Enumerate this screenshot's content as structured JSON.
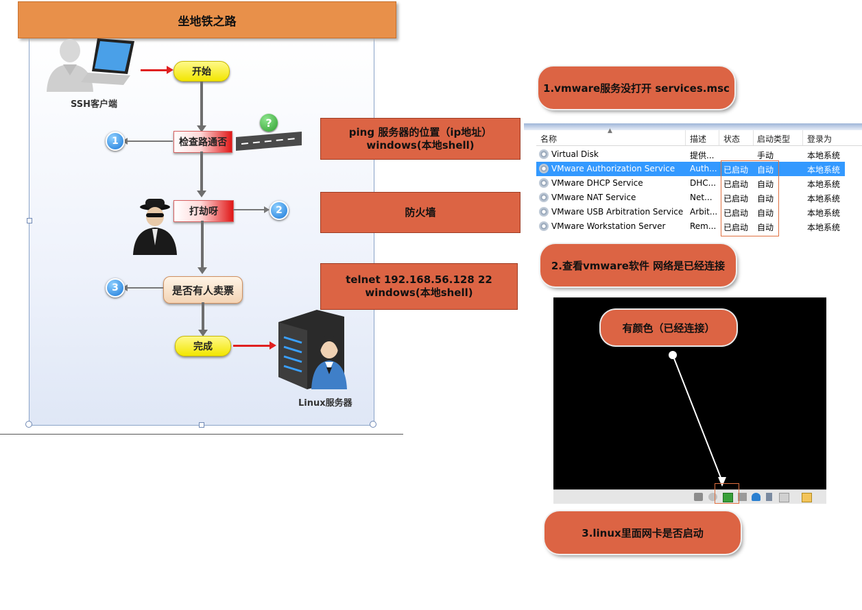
{
  "flowchart": {
    "title": "坐地铁之路",
    "client_label": "SSH客户端",
    "server_label": "Linux服务器",
    "start": "开始",
    "check_route": "检查路通否",
    "robbery": "打劫呀",
    "scalper": "是否有人卖票",
    "done": "完成",
    "markers": [
      "1",
      "2",
      "3"
    ],
    "question_mark": "?"
  },
  "annotations": {
    "ping": "ping 服务器的位置（ip地址）\nwindows(本地shell)",
    "firewall": "防火墙",
    "telnet": "telnet 192.168.56.128 22\nwindows(本地shell)"
  },
  "steps": {
    "step1": "1.vmware服务没打开 services.msc",
    "step2": "2.查看vmware软件 网络是已经连接",
    "step3": "3.linux里面网卡是否启动",
    "colored_note": "有颜色（已经连接）"
  },
  "services_table": {
    "columns": [
      "名称",
      "描述",
      "状态",
      "启动类型",
      "登录为"
    ],
    "rows": [
      {
        "name": "Virtual Disk",
        "desc": "提供...",
        "status": "",
        "startup": "手动",
        "logon": "本地系统",
        "selected": false
      },
      {
        "name": "VMware Authorization Service",
        "desc": "Auth...",
        "status": "已启动",
        "startup": "自动",
        "logon": "本地系统",
        "selected": true
      },
      {
        "name": "VMware DHCP Service",
        "desc": "DHC...",
        "status": "已启动",
        "startup": "自动",
        "logon": "本地系统",
        "selected": false
      },
      {
        "name": "VMware NAT Service",
        "desc": "Net...",
        "status": "已启动",
        "startup": "自动",
        "logon": "本地系统",
        "selected": false
      },
      {
        "name": "VMware USB Arbitration Service",
        "desc": "Arbit...",
        "status": "已启动",
        "startup": "自动",
        "logon": "本地系统",
        "selected": false
      },
      {
        "name": "VMware Workstation Server",
        "desc": "Rem...",
        "status": "已启动",
        "startup": "自动",
        "logon": "本地系统",
        "selected": false
      }
    ]
  },
  "colors": {
    "annotation_orange": "#dc6444",
    "title_orange": "#e8904a",
    "selection_blue": "#3399ff",
    "arrow_red": "#e02020"
  },
  "icons": [
    "user-laptop-icon",
    "question-icon",
    "road-icon",
    "spy-icon",
    "server-icon",
    "operator-icon",
    "gear-icon",
    "network-adapter-icon"
  ]
}
